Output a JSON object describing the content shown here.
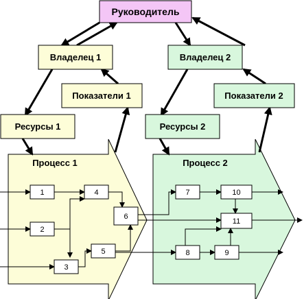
{
  "top": {
    "label": "Руководитель",
    "color": "#f4c6f6"
  },
  "owners": [
    {
      "label": "Владелец 1",
      "color": "#fdfdd8"
    },
    {
      "label": "Владелец 2",
      "color": "#d8f7dd"
    }
  ],
  "indicators": [
    {
      "label": "Показатели 1",
      "color": "#fdfdd8"
    },
    {
      "label": "Показатели 2",
      "color": "#d8f7dd"
    }
  ],
  "resources": [
    {
      "label": "Ресурсы 1",
      "color": "#fdfdd8"
    },
    {
      "label": "Ресурсы 2",
      "color": "#d8f7dd"
    }
  ],
  "processes": [
    {
      "label": "Процесс 1",
      "color": "#fdfdd8"
    },
    {
      "label": "Процесс 2",
      "color": "#d8f7dd"
    }
  ],
  "steps": [
    "1",
    "2",
    "3",
    "4",
    "5",
    "6",
    "7",
    "8",
    "9",
    "10",
    "11"
  ],
  "colors": {
    "line": "#000000",
    "step_fill": "#ffffff"
  }
}
